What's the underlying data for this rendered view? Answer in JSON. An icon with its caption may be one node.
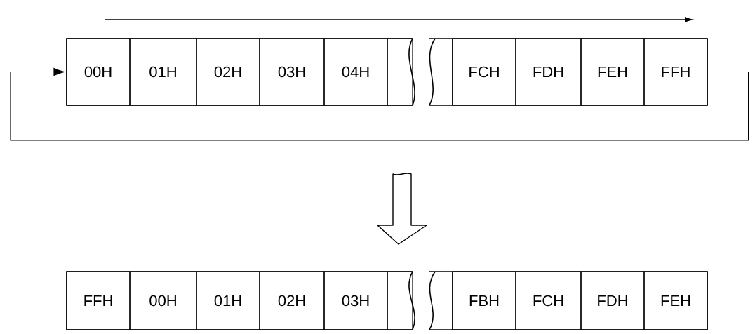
{
  "diagram": {
    "nodes": [
      {
        "text": [
          "00H"
        ]
      },
      {
        "text": [
          "01H"
        ]
      },
      {
        "text": [
          "02H"
        ]
      },
      {
        "text": [
          "03H"
        ]
      },
      {
        "text": [
          "04H"
        ]
      },
      {
        "text": [],
        "shape": "box"
      },
      {
        "text": [
          "FCH"
        ]
      },
      {
        "text": [
          "FDH"
        ]
      },
      {
        "text": [
          "FEH"
        ]
      },
      {
        "text": [
          "FFH"
        ]
      },
      {
        "text": [
          "FFH"
        ]
      },
      {
        "text": [
          "00H"
        ]
      },
      {
        "text": [
          "01H"
        ]
      },
      {
        "text": [
          "02H"
        ]
      },
      {
        "text": [
          "03H"
        ]
      },
      {
        "text": [],
        "shape": "box"
      },
      {
        "text": [
          "FBH"
        ]
      },
      {
        "text": [
          "FCH"
        ]
      },
      {
        "text": [
          "FDH"
        ]
      },
      {
        "text": [
          "FEH"
        ]
      }
    ],
    "edges": [
      {
        "from": 9,
        "to": 0,
        "arrow": "to"
      }
    ]
  }
}
